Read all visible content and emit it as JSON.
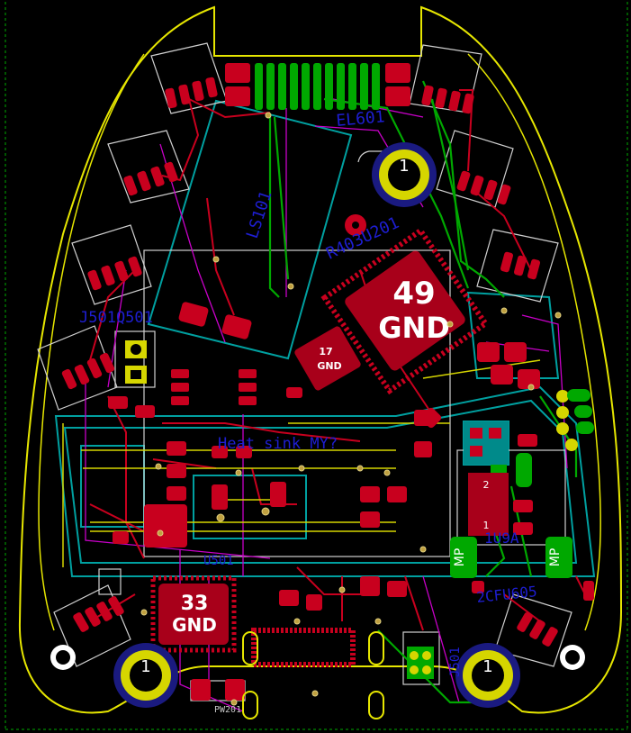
{
  "app": {
    "title": "PCB layout view"
  },
  "colors": {
    "background": "#000000",
    "outline": "#e6e600",
    "front_copper": "#c8001e",
    "back_copper": "#00a800",
    "silk": "#e6e6e6",
    "courtyard": "#00a0a0",
    "fab": "#c800c8",
    "ref_text": "#1e1ed2",
    "edge_dashed": "#00aa00",
    "pad_label": "#ffffff"
  },
  "big_pads": [
    {
      "id": "pad-49",
      "number": "49",
      "net": "GND"
    },
    {
      "id": "pad-33",
      "number": "33",
      "net": "GND"
    },
    {
      "id": "pad-17",
      "number": "17",
      "net": "GND"
    }
  ],
  "mounting_holes": [
    {
      "id": "hole-top",
      "label": "1"
    },
    {
      "id": "hole-bl",
      "label": "1"
    },
    {
      "id": "hole-br",
      "label": "1"
    }
  ],
  "reference_labels": {
    "ls101": "LS101",
    "el601": "EL601",
    "u201": "R403U201",
    "heat": "Heat sink MY?",
    "left": "J501Q501",
    "pw201": "PW201",
    "mp_right": "1U9A",
    "mp_right2": "2CFU605",
    "u5": "U501",
    "j501": "J501"
  },
  "markers": {
    "mp_left": "MP",
    "mp_right": "MP",
    "pin1": "1",
    "pin2": "2"
  }
}
